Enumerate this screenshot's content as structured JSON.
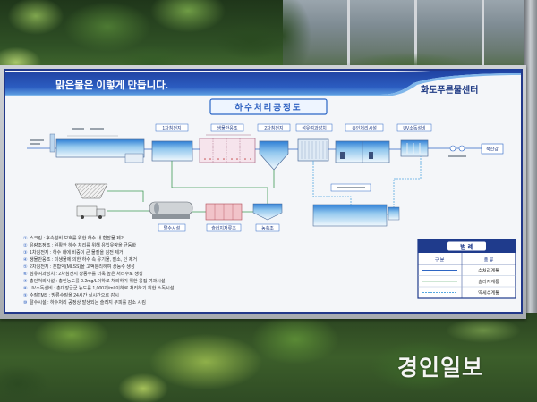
{
  "sign": {
    "heading": "맑은물은 이렇게 만듭니다.",
    "center_name": "화도푸른물센터",
    "diagram_title": "하수처리공정도",
    "process_labels": [
      "1차침전지",
      "생물반응조",
      "2차침전지",
      "섬유여과장치",
      "총인처리시설",
      "UV소독설비"
    ],
    "outfall_label": "북한강",
    "sludge_labels": [
      "탈수시설",
      "슬러지저류조",
      "농축조"
    ],
    "descriptions": [
      {
        "num": "①",
        "text": "스크린 : 후속설비 보호를 위한 하수 내 협잡물 제거"
      },
      {
        "num": "②",
        "text": "유량조정조 : 원활한 하수 처리를 위해 유입유량을 균등화"
      },
      {
        "num": "③",
        "text": "1차침전지 : 하수 내에 비중이 큰 물질을 침전 제거"
      },
      {
        "num": "④",
        "text": "생물반응조 : 미생물에 의한 하수 속 유기물, 질소, 인 제거"
      },
      {
        "num": "⑤",
        "text": "2차침전지 : 혼합액(MLSS)을 고액분리하여 상등수 생성"
      },
      {
        "num": "⑥",
        "text": "섬유여과장치 : 2차침전지 상등수를 더욱 높은 처리수로 생성"
      },
      {
        "num": "⑦",
        "text": "총인처리시설 : 총인농도를 0.2mg/L이하로 처리하기 위한 응집 여과시설"
      },
      {
        "num": "⑧",
        "text": "UV소독설비 : 총대장균군 농도를 1,000개/mL이하로 처리하기 위한 소독시설"
      },
      {
        "num": "⑨",
        "text": "수질TMS : 방류수질을 24시간 실시간으로 감시"
      },
      {
        "num": "⑩",
        "text": "탈수시설 : 하수처리 공정상 발생되는 슬러지 부피를 감소 시킴"
      }
    ],
    "legend": {
      "title": "범 례",
      "col_type": "구 분",
      "col_kind": "종 류",
      "rows": [
        {
          "label": "수처리계통",
          "color": "#2e66c4"
        },
        {
          "label": "슬러지계통",
          "color": "#3f9a55"
        },
        {
          "label": "역세수계통",
          "color": "#56a8e0"
        }
      ]
    }
  },
  "colors": {
    "header_band": "#2448ad",
    "sign_border": "#22388a",
    "title_blue": "#2b5fc0",
    "center_name": "#1c3883"
  },
  "watermark": "경인일보"
}
